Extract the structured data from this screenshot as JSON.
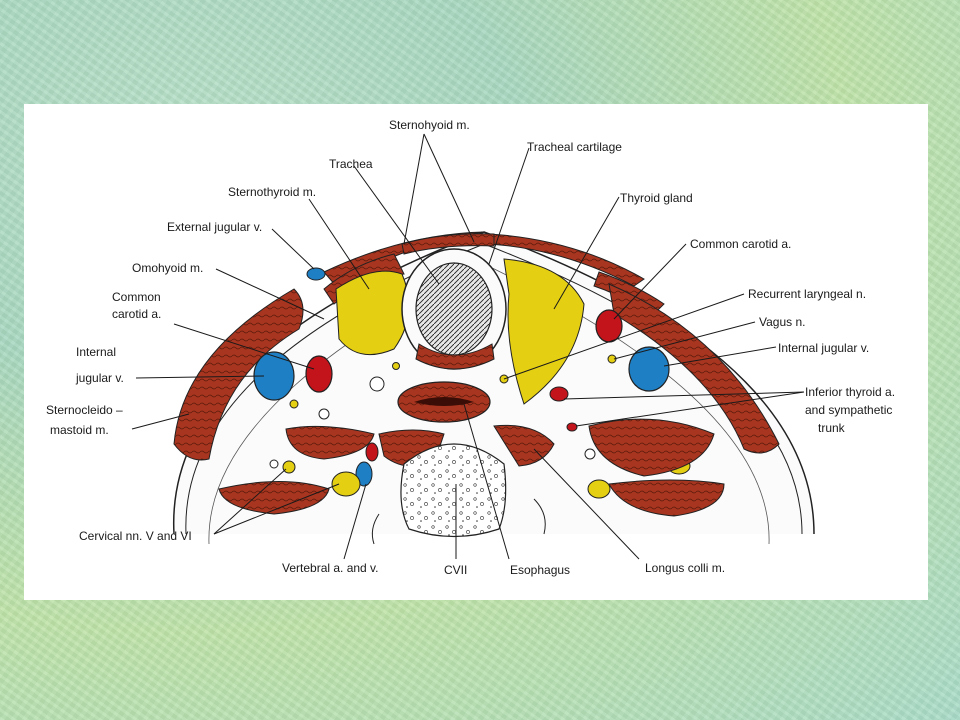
{
  "labels": {
    "sternohyoid": "Sternohyoid m.",
    "tracheal_cartilage": "Tracheal cartilage",
    "trachea": "Trachea",
    "thyroid_gland": "Thyroid gland",
    "sternothyroid": "Sternothyroid m.",
    "external_jugular": "External jugular v.",
    "common_carotid_right": "Common carotid a.",
    "omohyoid": "Omohyoid m.",
    "recurrent_laryngeal": "Recurrent laryngeal n.",
    "common_carotid_left_1": "Common",
    "common_carotid_left_2": "carotid a.",
    "vagus": "Vagus n.",
    "internal_jugular_right": "Internal jugular v.",
    "internal_jugular_left_1": "Internal",
    "internal_jugular_left_2": "jugular v.",
    "inferior_thyroid_1": "Inferior thyroid a.",
    "inferior_thyroid_2": "and sympathetic",
    "inferior_thyroid_3": "trunk",
    "sternocleido_1": "Sternocleido –",
    "sternocleido_2": "mastoid m.",
    "cervical_nn": "Cervical nn. V and VI",
    "vertebral": "Vertebral a. and v.",
    "cvii": "CVII",
    "esophagus": "Esophagus",
    "longus_colli": "Longus colli m."
  },
  "colors": {
    "muscle": "#a8351f",
    "artery": "#c4141b",
    "vein": "#1e7fc4",
    "nerve_gland": "#e4cf12",
    "background": "#b4dec4"
  }
}
